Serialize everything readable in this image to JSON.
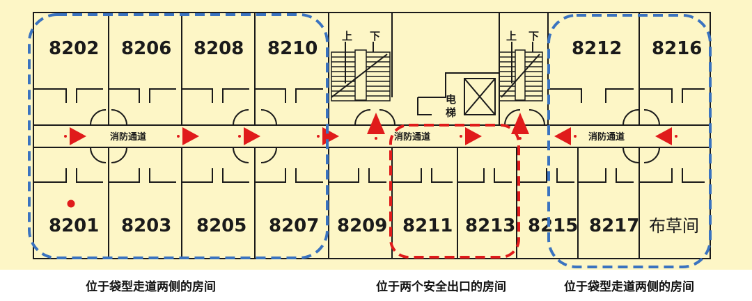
{
  "rooms_top": [
    "8202",
    "8206",
    "8208",
    "8210",
    "8212",
    "8216"
  ],
  "rooms_bottom": [
    "8201",
    "8203",
    "8205",
    "8207",
    "8209",
    "8211",
    "8213",
    "8215",
    "8217"
  ],
  "linen_room": "布草间",
  "corridor_label": "消防通道",
  "stair_up": "上",
  "stair_down": "下",
  "elevator": [
    "电",
    "梯"
  ],
  "captions": {
    "left": "位于袋型走道两侧的房间",
    "middle": "位于两个安全出口的房间",
    "right": "位于袋型走道两侧的房间"
  },
  "colors": {
    "background": "#fdf6c6",
    "line": "#1a1a1a",
    "arrow": "#e01b1b",
    "dead_end_zone": "#3a73c0",
    "between_exits_zone": "#e01b1b"
  }
}
